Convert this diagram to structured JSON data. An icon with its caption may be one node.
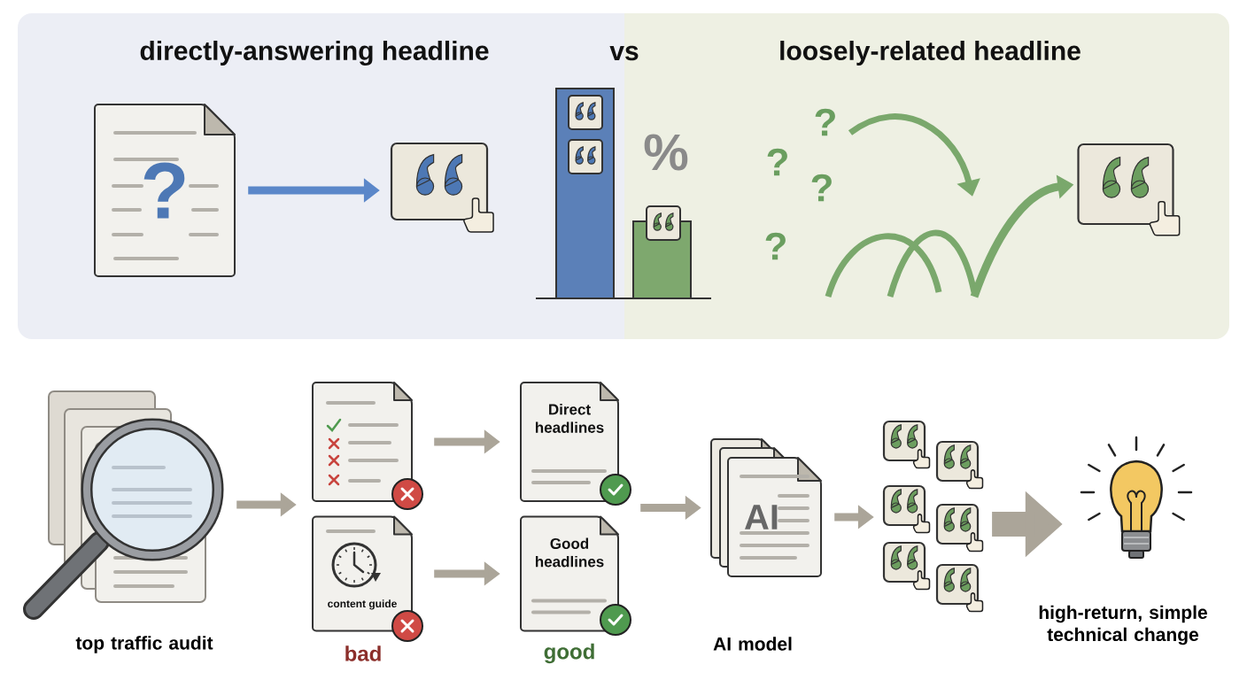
{
  "diagram": {
    "nodes": [
      {
        "text": [
          "?"
        ]
      },
      {
        "text": [],
        "shape": "box"
      },
      {
        "text": [],
        "shape": "box"
      },
      {
        "text": [],
        "shape": "picture",
        "beside": [
          "top traffic audit"
        ]
      },
      {
        "text": [],
        "shape": "document"
      },
      {
        "text": [
          "content guide"
        ]
      },
      {
        "text": [
          "Direct headlines"
        ]
      },
      {
        "text": [
          "Good headlines"
        ]
      },
      {
        "text": [
          "AI"
        ],
        "beside": [
          "AI model"
        ]
      },
      {
        "text": [],
        "shape": "box"
      },
      {
        "text": [],
        "shape": "box"
      },
      {
        "text": [],
        "shape": "box"
      },
      {
        "text": [],
        "shape": "box"
      },
      {
        "text": [],
        "shape": "box"
      },
      {
        "text": [],
        "shape": "box"
      },
      {
        "text": [],
        "shape": "picture",
        "beside": [
          "high-return, simple technical change"
        ]
      }
    ],
    "edges": [
      {
        "from": 0,
        "to": 1,
        "arrow": "to",
        "color": "#5b87c9"
      },
      {
        "from": null,
        "to": 2,
        "arrow": "to",
        "color": "#7aa86c"
      },
      {
        "from": 3,
        "to": 4,
        "arrow": "to"
      },
      {
        "from": 3,
        "to": 5,
        "arrow": "to"
      },
      {
        "from": 4,
        "to": 6,
        "arrow": "to"
      },
      {
        "from": 5,
        "to": 7,
        "arrow": "to"
      },
      {
        "from": 6,
        "to": 8,
        "arrow": "to"
      },
      {
        "from": 7,
        "to": 8,
        "arrow": "to"
      },
      {
        "from": 8,
        "to": 10,
        "arrow": "to"
      },
      {
        "from": 13,
        "to": 15,
        "arrow": "to",
        "style": "thick"
      }
    ],
    "labels": [
      "directly-answering headline",
      "vs",
      "loosely-related headline",
      "%",
      "?",
      "?",
      "?",
      "?",
      "bad",
      "good"
    ]
  }
}
